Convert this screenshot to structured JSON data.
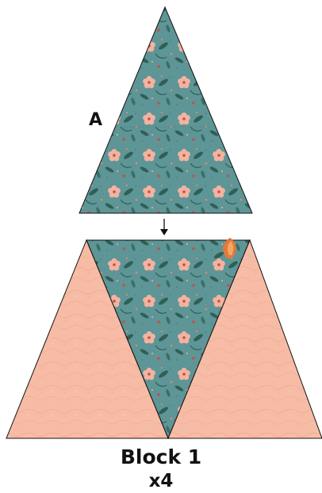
{
  "labels": {
    "piece_a": "A",
    "block_title": "Block 1",
    "block_quantity": "x4"
  },
  "colors": {
    "teal_fabric": "#5e9596",
    "teal_shadow": "#4c8384",
    "leaf": "#2f5f56",
    "flower_petal": "#f2b3a0",
    "flower_center": "#c0524a",
    "peach_fabric": "#f7bca6",
    "peach_texture": "#f3ad94",
    "accent_orange": "#e07a3c",
    "outline": "#111111"
  },
  "icons": {
    "arrow": "down-arrow-icon"
  }
}
